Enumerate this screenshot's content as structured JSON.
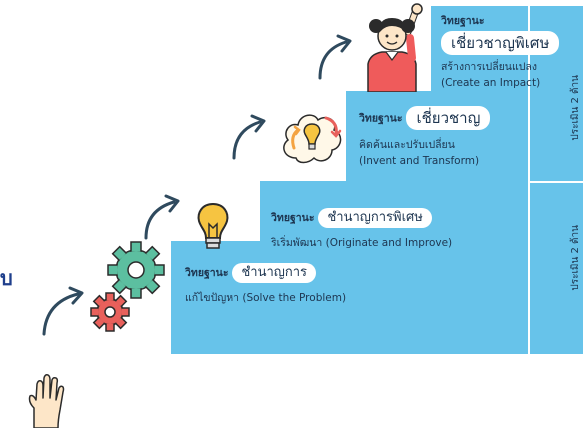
{
  "edge_letter": "บ",
  "steps": [
    {
      "rank_label": "วิทยฐานะ",
      "title": "ชำนาญการ",
      "desc": "แก้ไขปัญหา (Solve the Problem)"
    },
    {
      "rank_label": "วิทยฐานะ",
      "title": "ชำนาญการพิเศษ",
      "desc": "ริเริ่มพัฒนา (Originate and Improve)"
    },
    {
      "rank_label": "วิทยฐานะ",
      "title": "เชี่ยวชาญ",
      "desc": "คิดค้นและปรับเปลี่ยน",
      "desc2": "(Invent and Transform)"
    },
    {
      "rank_label": "วิทยฐานะ",
      "title": "เชี่ยวชาญพิเศษ",
      "desc": "สร้างการเปลี่ยนแปลง",
      "desc2": "(Create an Impact)"
    }
  ],
  "side_texts": [
    "ประเมิน 2 ด้าน",
    "ประเมิน 2 ด้าน"
  ],
  "colors": {
    "step": "#67c3ea",
    "text": "#1d3550",
    "pill": "#ffffff",
    "gear_green": "#5cbfa0",
    "gear_red": "#e8605b",
    "bulb": "#f6c441"
  },
  "icons": [
    "hand-icon",
    "gears-icon",
    "lightbulb-icon",
    "idea-cloud-icon",
    "teacher-icon",
    "arrow-icon"
  ]
}
